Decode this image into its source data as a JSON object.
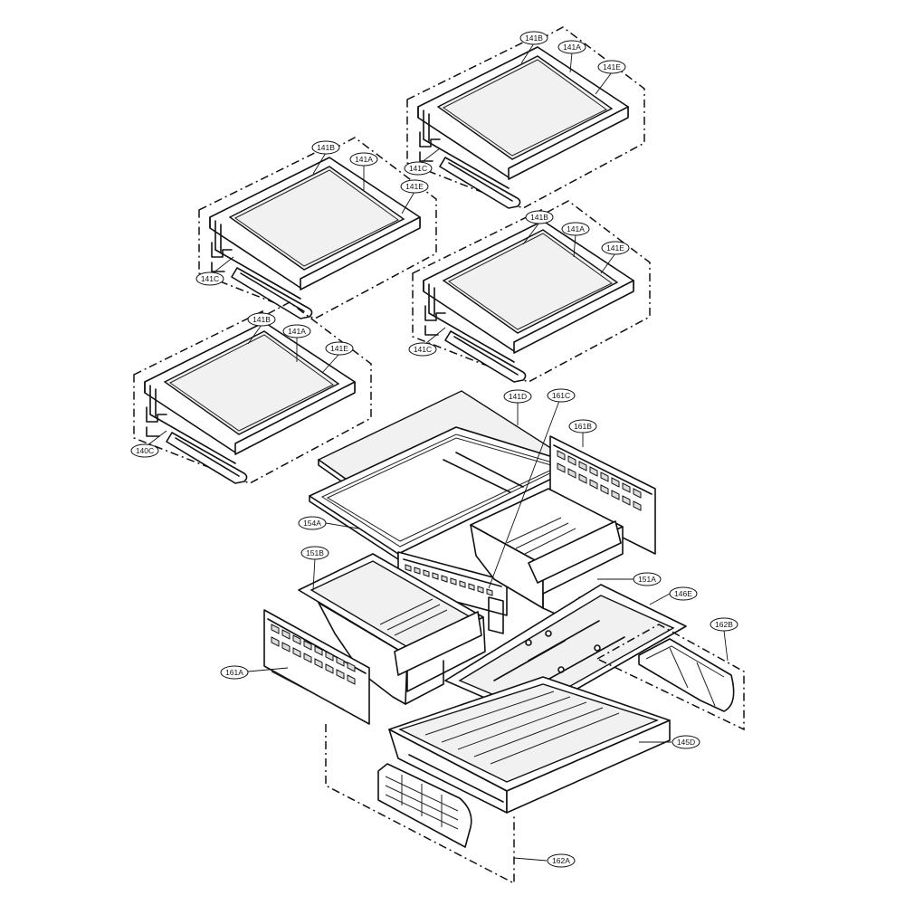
{
  "labels": {
    "l1": "141B",
    "l2": "141A",
    "l3": "141E",
    "l4": "141C",
    "l5": "141B",
    "l6": "141A",
    "l7": "141E",
    "l8": "141C",
    "l9": "141B",
    "l10": "141A",
    "l11": "141E",
    "l12": "141C",
    "l13": "141B",
    "l14": "141A",
    "l15": "141E",
    "l16": "140C",
    "l17": "141D",
    "l18": "161C",
    "l19": "161B",
    "l20": "154A",
    "l21": "151B",
    "l22": "151A",
    "l23": "146E",
    "l24": "162B",
    "l25": "161A",
    "l26": "145D",
    "l27": "162A"
  }
}
